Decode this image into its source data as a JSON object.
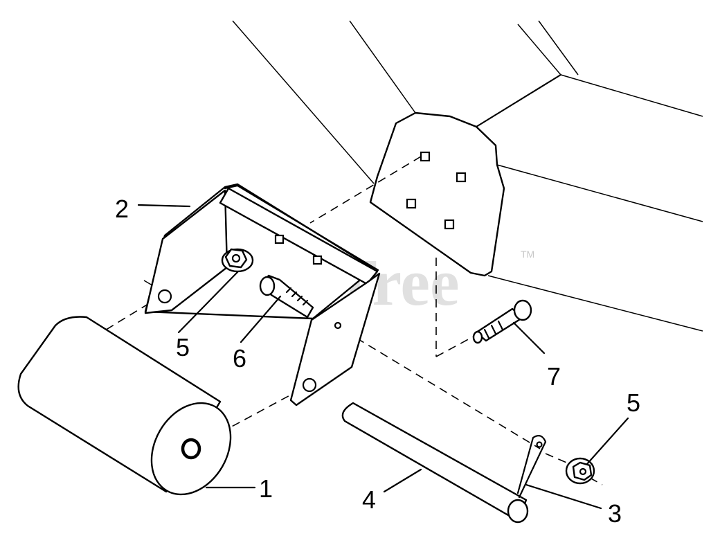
{
  "watermark": {
    "brand": "PartsTree",
    "trademark": "TM"
  },
  "callouts": [
    {
      "id": "1",
      "label": "1"
    },
    {
      "id": "2",
      "label": "2"
    },
    {
      "id": "3",
      "label": "3"
    },
    {
      "id": "4",
      "label": "4"
    },
    {
      "id": "5a",
      "label": "5"
    },
    {
      "id": "5b",
      "label": "5"
    },
    {
      "id": "6",
      "label": "6"
    },
    {
      "id": "7",
      "label": "7"
    }
  ]
}
